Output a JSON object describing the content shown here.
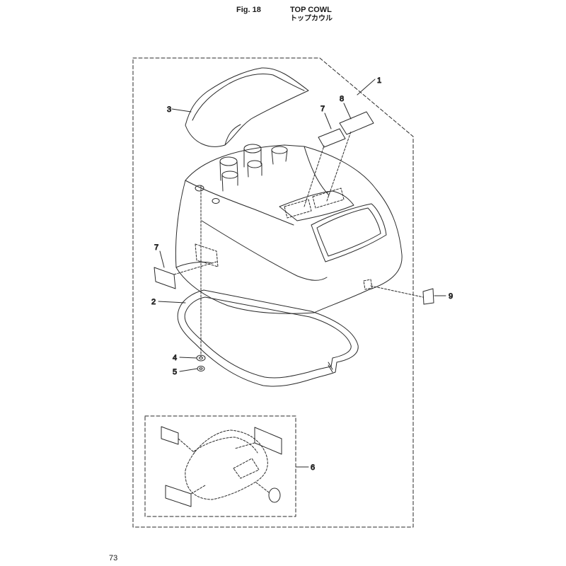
{
  "header": {
    "figure_label": "Fig. 18",
    "title_en": "TOP COWL",
    "title_jp": "トップカウル"
  },
  "callouts": {
    "c1": "1",
    "c2": "2",
    "c3": "3",
    "c4": "4",
    "c5": "5",
    "c6": "6",
    "c7a": "7",
    "c7b": "7",
    "c8": "8",
    "c9": "9"
  },
  "footer": {
    "page_number": "73"
  }
}
